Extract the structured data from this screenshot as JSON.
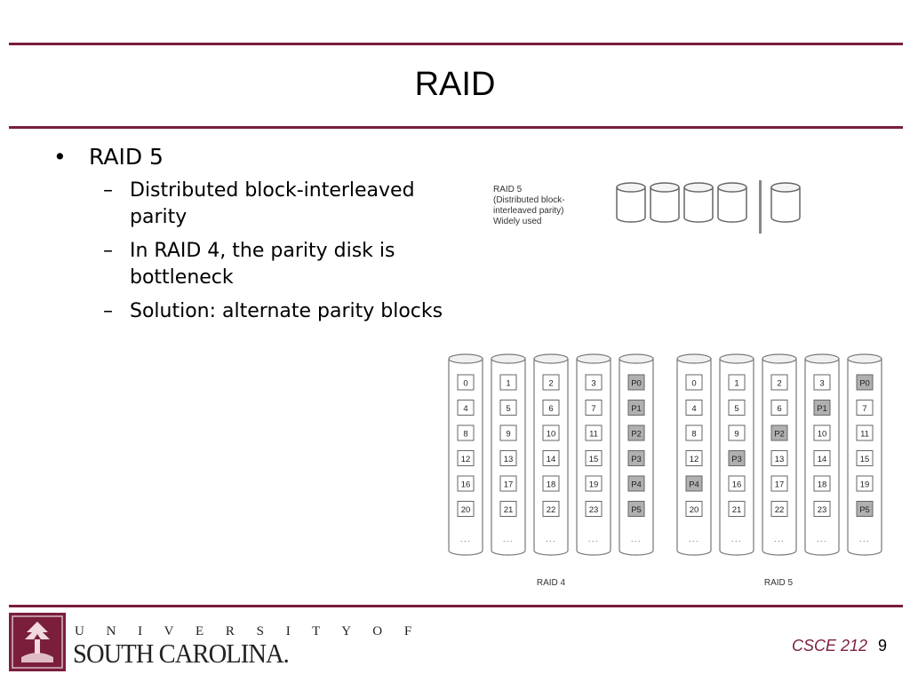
{
  "slide": {
    "title": "RAID",
    "bullet": "RAID 5",
    "subbullets": [
      "Distributed block-interleaved parity",
      "In RAID 4, the parity disk is bottleneck",
      "Solution:  alternate parity blocks"
    ]
  },
  "figure_top": {
    "caption": [
      "RAID 5",
      "(Distributed block-",
      "interleaved parity)",
      "Widely used"
    ]
  },
  "figure_bottom": {
    "raid4_label": "RAID 4",
    "raid5_label": "RAID 5",
    "ellipsis": "...",
    "raid4_disks": [
      [
        "0",
        "4",
        "8",
        "12",
        "16",
        "20"
      ],
      [
        "1",
        "5",
        "9",
        "13",
        "17",
        "21"
      ],
      [
        "2",
        "6",
        "10",
        "14",
        "18",
        "22"
      ],
      [
        "3",
        "7",
        "11",
        "15",
        "19",
        "23"
      ],
      [
        "P0",
        "P1",
        "P2",
        "P3",
        "P4",
        "P5"
      ]
    ],
    "raid5_disks": [
      [
        "0",
        "4",
        "8",
        "12",
        "P4",
        "20"
      ],
      [
        "1",
        "5",
        "9",
        "P3",
        "16",
        "21"
      ],
      [
        "2",
        "6",
        "P2",
        "13",
        "17",
        "22"
      ],
      [
        "3",
        "P1",
        "10",
        "14",
        "18",
        "23"
      ],
      [
        "P0",
        "7",
        "11",
        "15",
        "19",
        "P5"
      ]
    ],
    "parity_fill": "#b0b0b0"
  },
  "footer": {
    "university_top": "U N I V E R S I T Y    O F",
    "university_bottom": "SOUTH CAROLINA.",
    "course": "CSCE 212",
    "page": "9"
  },
  "colors": {
    "accent": "#7a1e3c"
  }
}
